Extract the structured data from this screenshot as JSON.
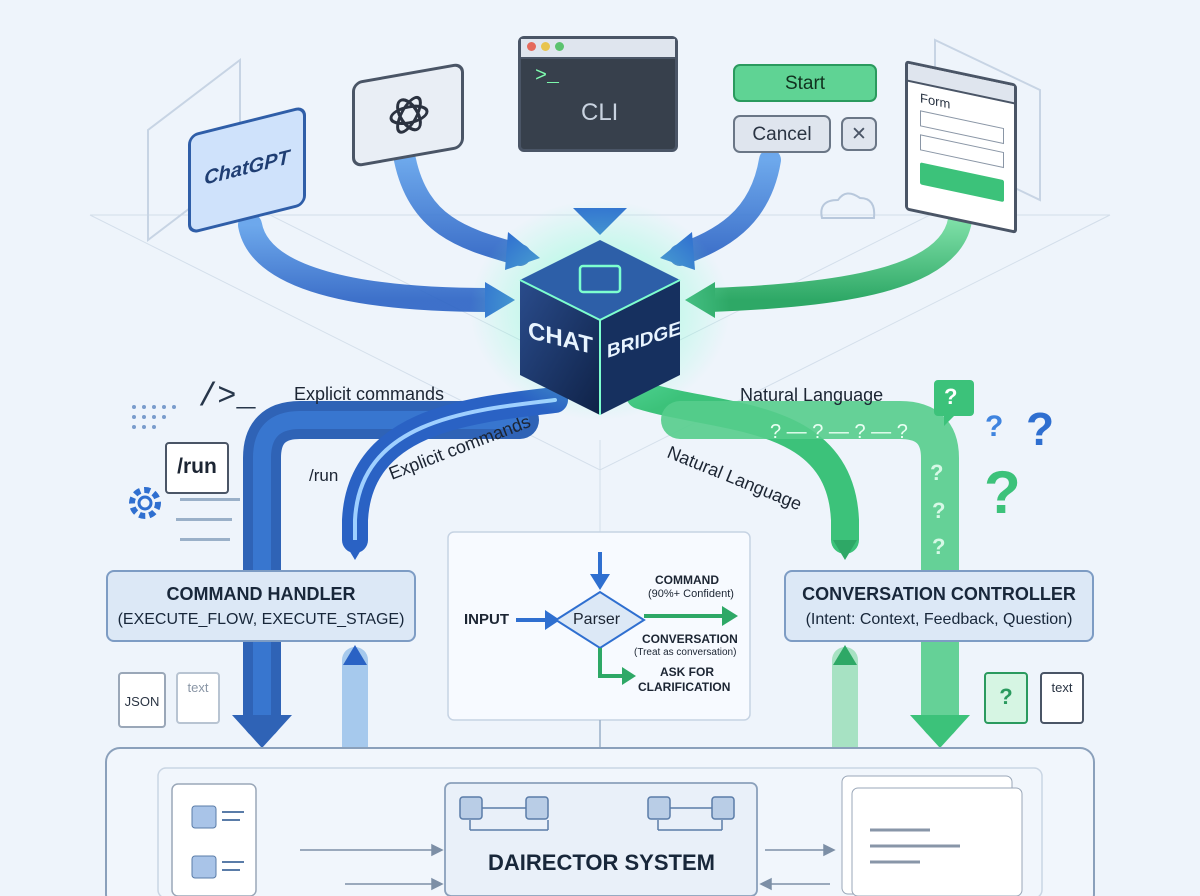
{
  "sources": {
    "chatgpt_label": "ChatGPT",
    "cli_label": "CLI",
    "cli_prompt": ">_",
    "start_button": "Start",
    "cancel_button": "Cancel",
    "close_glyph": "✕",
    "form_title": "Form"
  },
  "hub": {
    "line1": "CHAT",
    "line2": "BRIDGE"
  },
  "paths": {
    "explicit_top": "Explicit commands",
    "explicit_diag": "Explicit commands",
    "run_label": "/run",
    "natural_top": "Natural Language",
    "natural_diag": "Natural Language",
    "question_trail": "? — ? — ? — ?"
  },
  "left_deco": {
    "prompt_glyph": "/>_",
    "run_doc": "/run",
    "json_doc": "JSON",
    "text_doc": "text"
  },
  "right_deco": {
    "text_doc": "text",
    "question_doc": "?"
  },
  "command_handler": {
    "title": "COMMAND HANDLER",
    "subtitle": "(EXECUTE_FLOW, EXECUTE_STAGE)"
  },
  "conversation_controller": {
    "title": "CONVERSATION CONTROLLER",
    "subtitle": "(Intent: Context, Feedback, Question)"
  },
  "parser": {
    "input_label": "INPUT",
    "node_label": "Parser",
    "command_label": "COMMAND",
    "command_note": "(90%+ Confident)",
    "conversation_label": "CONVERSATION",
    "conversation_note": "(Treat as conversation)",
    "ask_label": "ASK FOR",
    "ask_label2": "CLARIFICATION"
  },
  "director": {
    "title": "DAIRECTOR SYSTEM"
  },
  "colors": {
    "blue": "#2f6fd0",
    "blue_dark": "#1f4fa0",
    "green": "#3cc27a",
    "green_dark": "#2a9a5e",
    "panel": "#dce8f6"
  }
}
